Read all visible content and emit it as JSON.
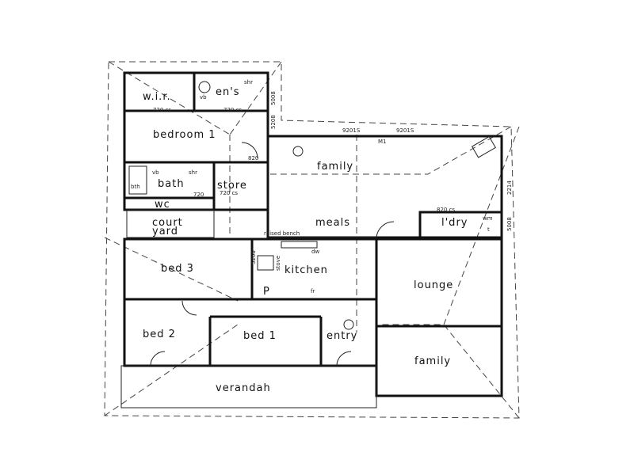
{
  "rooms": {
    "wir": "w.i.r.",
    "ensuite": "en's",
    "bedroom1": "bedroom 1",
    "family_rear": "family",
    "bath": "bath",
    "store": "store",
    "wc": "wc",
    "court": "court",
    "yard": "yard",
    "meals": "meals",
    "kitchen": "kitchen",
    "laundry": "l'dry",
    "bed3": "bed 3",
    "lounge": "lounge",
    "bed2": "bed 2",
    "bed1": "bed 1",
    "entry": "entry",
    "family_front": "family",
    "verandah": "verandah"
  },
  "annotations": {
    "vb1": "vb",
    "shr1": "shr",
    "cs1": "720 cs",
    "cs2": "720 cs",
    "w5008a": "5008",
    "w5208a": "5208",
    "door820": "820",
    "w9201a": "9201S",
    "w9201b": "9201S",
    "m1": "M1",
    "bth": "bth",
    "vb2": "vb",
    "shr2": "shr",
    "d720": "720",
    "cs3": "720 cs",
    "raised_bench": "raised bench",
    "dw": "dw",
    "stove": "stove",
    "w5208b": "5208",
    "pantry": "P",
    "fr": "fr",
    "cs4": "820 cs",
    "wm": "wm",
    "tub": "t",
    "w2214": "2214",
    "w5008b": "5008"
  },
  "colors": {
    "line": "#111111",
    "background": "#ffffff"
  }
}
